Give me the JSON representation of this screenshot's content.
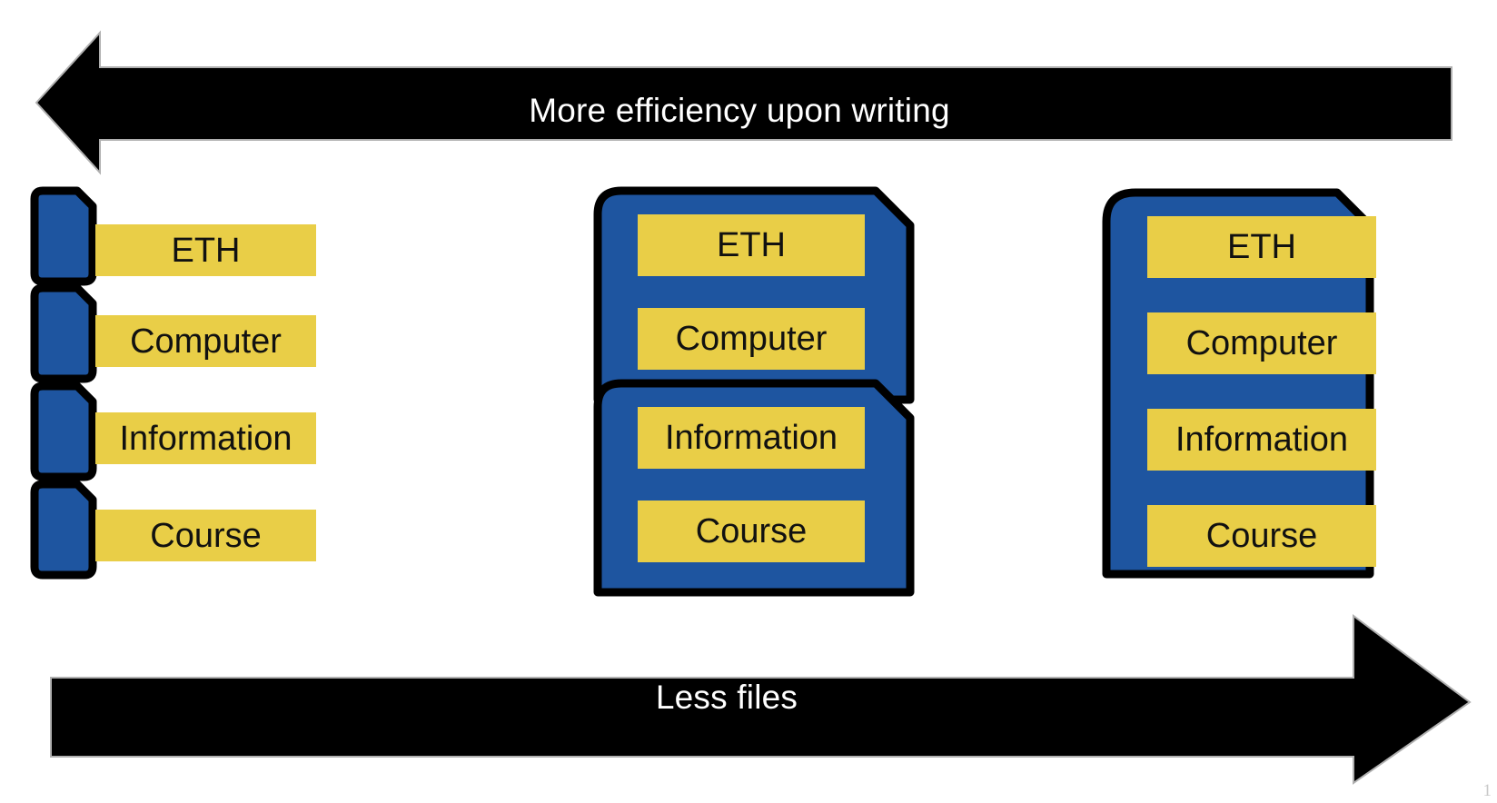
{
  "slide": {
    "page_number": "1",
    "background_color": "#ffffff"
  },
  "colors": {
    "file_blue": "#1E55A0",
    "label_yellow": "#E9CE47",
    "arrow_black": "#000000",
    "arrow_text": "#ffffff",
    "label_text": "#111111",
    "outline": "#000000"
  },
  "arrows": {
    "top": {
      "label": "More efficiency upon writing",
      "direction": "left",
      "icon": "arrow-left-icon"
    },
    "bottom": {
      "label": "Less files",
      "direction": "right",
      "icon": "arrow-right-icon"
    }
  },
  "columns": [
    {
      "name": "separate-files",
      "files": [
        {
          "rows": [
            "ETH"
          ]
        },
        {
          "rows": [
            "Computer"
          ]
        },
        {
          "rows": [
            "Information"
          ]
        },
        {
          "rows": [
            "Course"
          ]
        }
      ]
    },
    {
      "name": "two-files",
      "files": [
        {
          "rows": [
            "ETH",
            "Computer"
          ]
        },
        {
          "rows": [
            "Information",
            "Course"
          ]
        }
      ]
    },
    {
      "name": "single-file",
      "files": [
        {
          "rows": [
            "ETH",
            "Computer",
            "Information",
            "Course"
          ]
        }
      ]
    }
  ]
}
